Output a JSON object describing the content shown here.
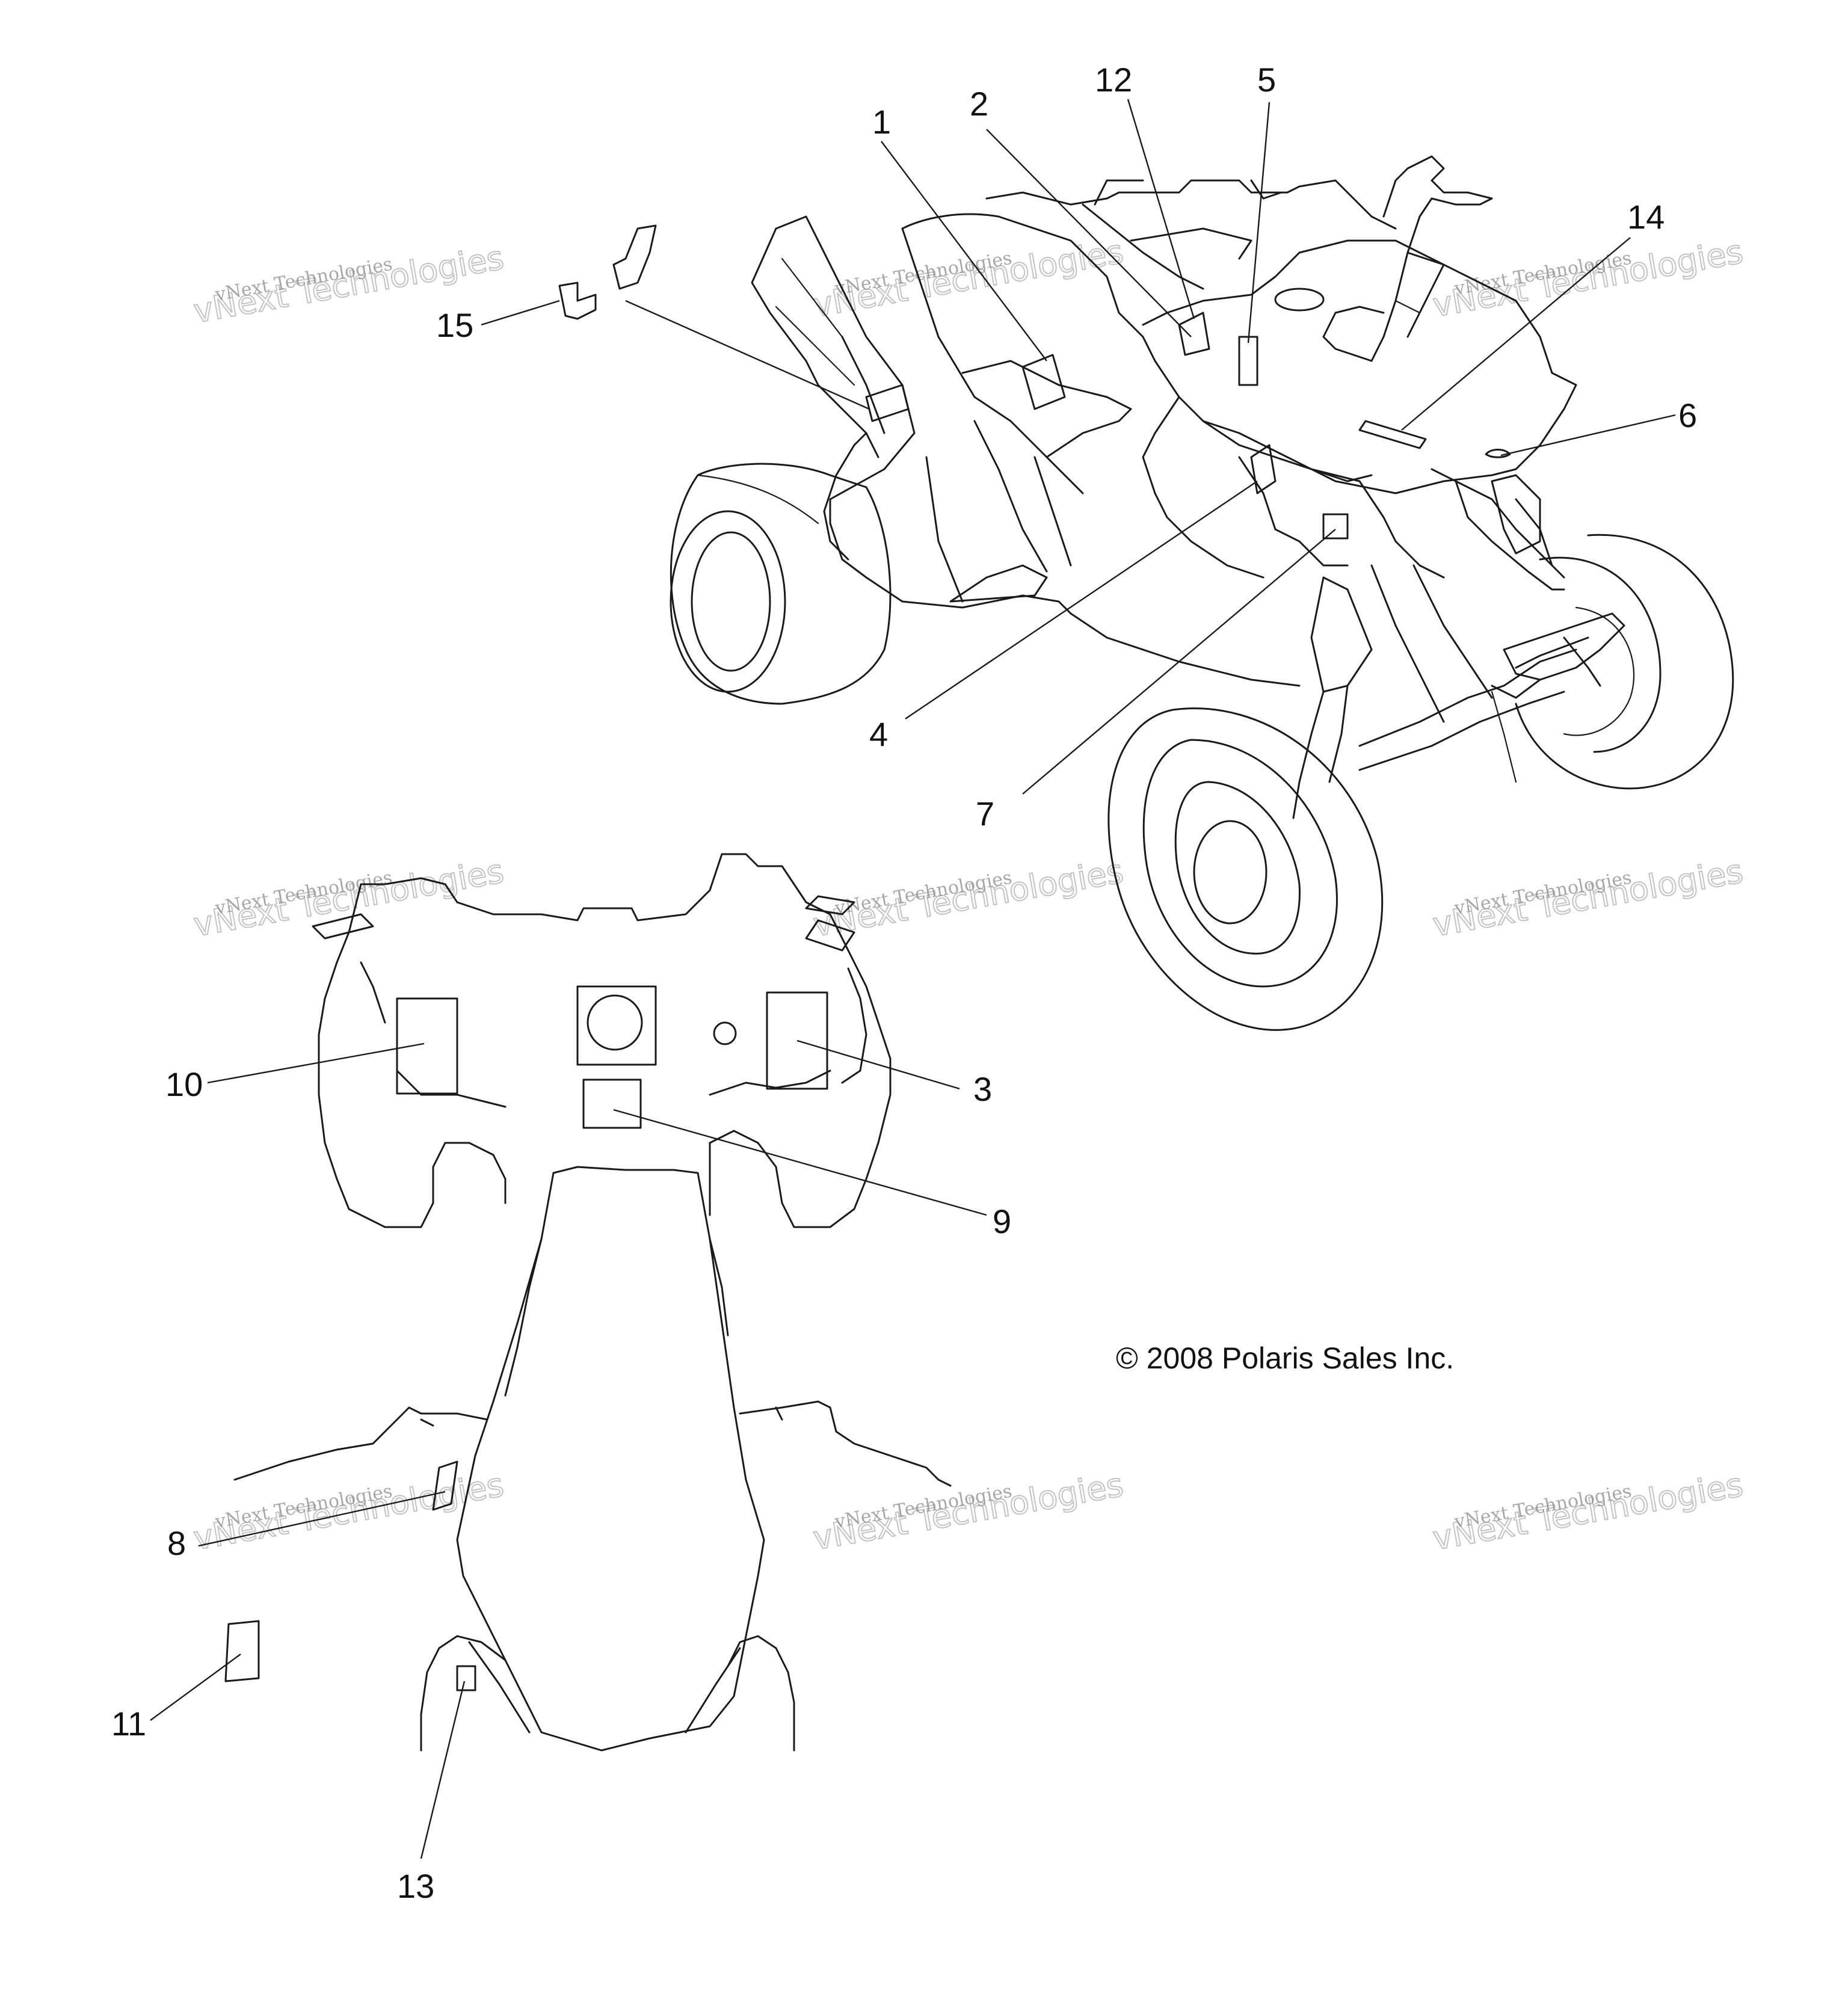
{
  "callouts": [
    {
      "id": "1",
      "label": "1"
    },
    {
      "id": "2",
      "label": "2"
    },
    {
      "id": "3",
      "label": "3"
    },
    {
      "id": "4",
      "label": "4"
    },
    {
      "id": "5",
      "label": "5"
    },
    {
      "id": "6",
      "label": "6"
    },
    {
      "id": "7",
      "label": "7"
    },
    {
      "id": "8",
      "label": "8"
    },
    {
      "id": "9",
      "label": "9"
    },
    {
      "id": "10",
      "label": "10"
    },
    {
      "id": "11",
      "label": "11"
    },
    {
      "id": "12",
      "label": "12"
    },
    {
      "id": "13",
      "label": "13"
    },
    {
      "id": "14",
      "label": "14"
    },
    {
      "id": "15",
      "label": "15"
    }
  ],
  "copyright": "© 2008 Polaris Sales Inc.",
  "watermark": {
    "line1": "vNext Technologies",
    "line2": "vNext Technologies"
  }
}
